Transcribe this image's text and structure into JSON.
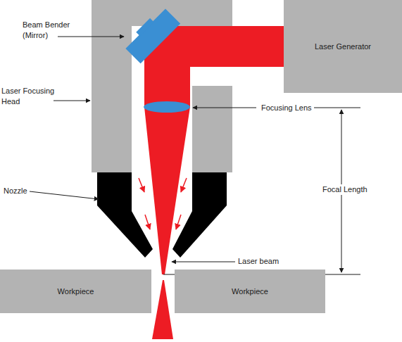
{
  "diagram": {
    "nodes": [
      {
        "text": [
          "Laser Generator"
        ]
      },
      {
        "text": [
          "Workpiece"
        ]
      },
      {
        "text": [
          "Workpiece"
        ]
      }
    ],
    "labels": [
      "Beam Bender (Mirror)",
      "Laser Focusing Head",
      "Nozzle",
      "Focusing Lens",
      "Focal Length",
      "Laser beam"
    ]
  }
}
